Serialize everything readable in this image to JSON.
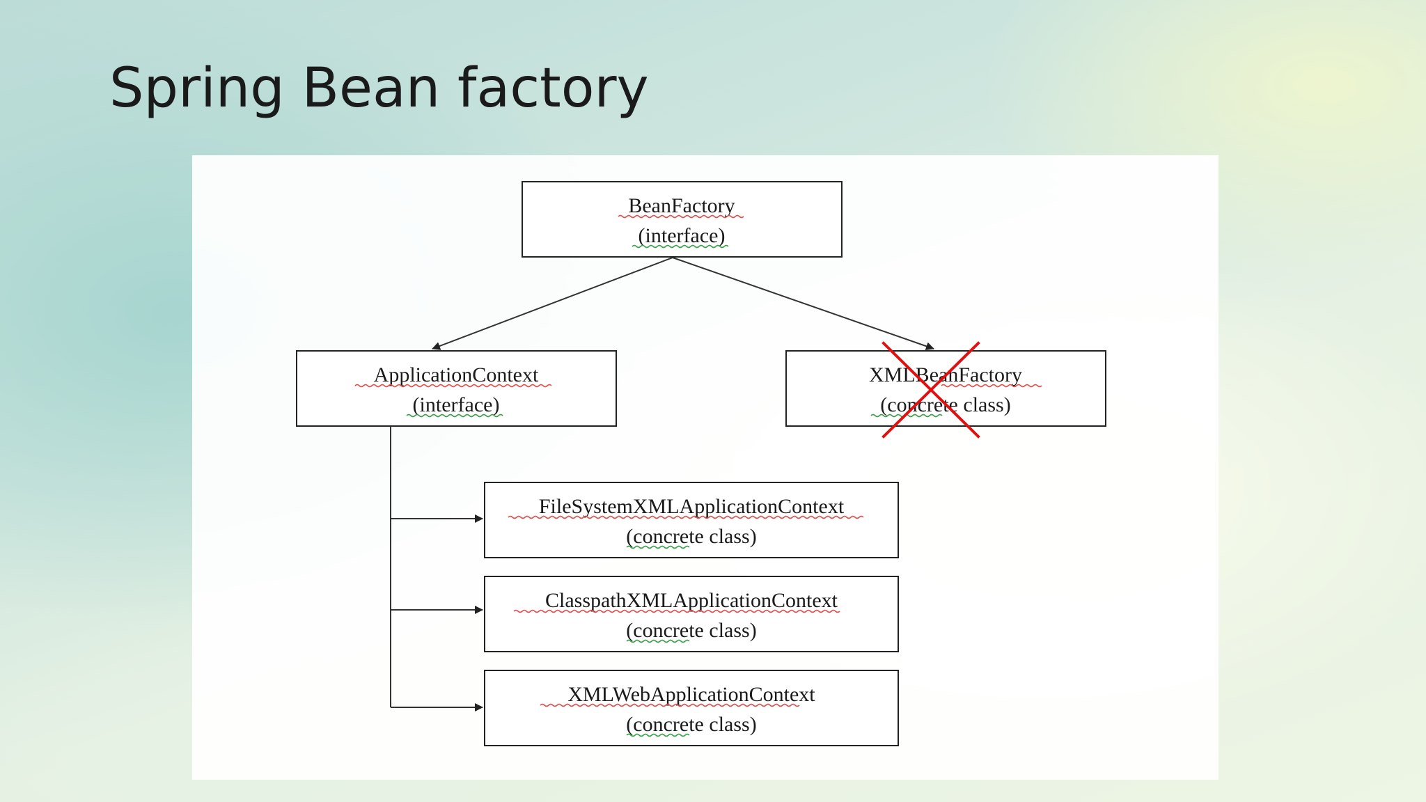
{
  "slide": {
    "title": "Spring Bean factory"
  },
  "diagram": {
    "nodes": {
      "bean_factory": {
        "name": "BeanFactory",
        "kind": "(interface)"
      },
      "application_context": {
        "name": "ApplicationContext",
        "kind": "(interface)"
      },
      "xml_bean_factory": {
        "name": "XMLBeanFactory",
        "kind": "(concrete class)",
        "crossed_out": true
      },
      "filesystem_ctx": {
        "name": "FileSystemXMLApplicationContext",
        "kind": "(concrete class)"
      },
      "classpath_ctx": {
        "name": "ClasspathXMLApplicationContext",
        "kind": "(concrete class)"
      },
      "xmlweb_ctx": {
        "name": "XMLWebApplicationContext",
        "kind": "(concrete class)"
      }
    },
    "edges": [
      {
        "from": "bean_factory",
        "to": "application_context"
      },
      {
        "from": "bean_factory",
        "to": "xml_bean_factory"
      },
      {
        "from": "application_context",
        "to": "filesystem_ctx"
      },
      {
        "from": "application_context",
        "to": "classpath_ctx"
      },
      {
        "from": "application_context",
        "to": "xmlweb_ctx"
      }
    ],
    "colors": {
      "strike": "#e01010",
      "line": "#333333",
      "box_border": "#222222"
    }
  }
}
